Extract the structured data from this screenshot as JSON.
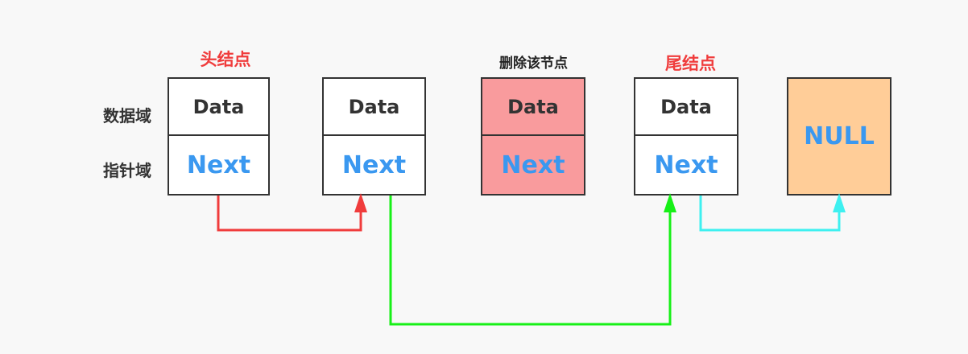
{
  "labels": {
    "head": "头结点",
    "delete": "删除该节点",
    "tail": "尾结点",
    "data_field": "数据域",
    "pointer_field": "指针域"
  },
  "nodes": [
    {
      "data": "Data",
      "next": "Next"
    },
    {
      "data": "Data",
      "next": "Next"
    },
    {
      "data": "Data",
      "next": "Next"
    },
    {
      "data": "Data",
      "next": "Next"
    },
    {
      "null": "NULL"
    }
  ],
  "colors": {
    "head_label": "#f03c3c",
    "tail_label": "#f03c3c",
    "delete_label": "#222222",
    "deleted_node_fill": "#f99b9d",
    "null_node_fill": "#ffcd98",
    "next_text": "#3a98f0",
    "arrow_head_to_second": "#f03c3c",
    "arrow_second_to_tail": "#17f017",
    "arrow_tail_to_null": "#3ef0f0"
  }
}
